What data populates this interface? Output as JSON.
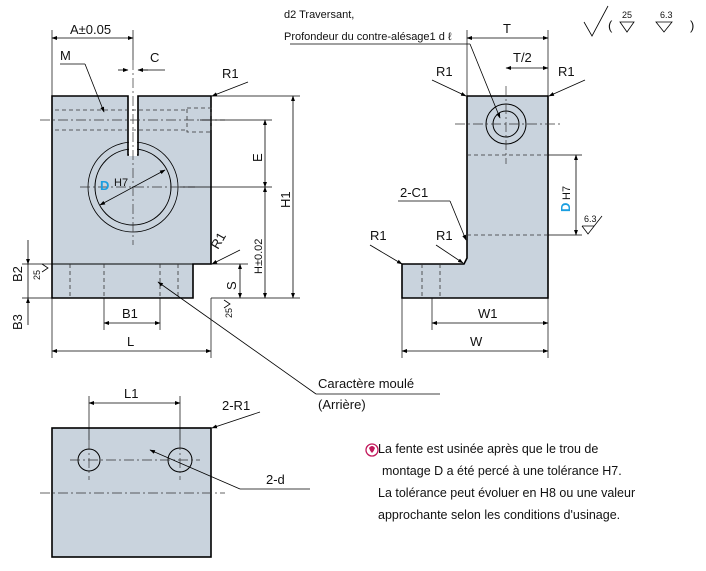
{
  "labels": {
    "a": "A±0.05",
    "m": "M",
    "c": "C",
    "r1": "R1",
    "e": "E",
    "h1": "H1",
    "h": "H±0.02",
    "s": "S",
    "b2": "B2",
    "b3": "B3",
    "b1": "B1",
    "l": "L",
    "d_main": "D",
    "d_sub": "H7",
    "rough25": "25",
    "rough63": "6.3",
    "d2": "d2 Traversant,",
    "counterbore": "Profondeur du contre-alésage1 d ℓ",
    "t": "T",
    "t2": "T/2",
    "c1": "2-C1",
    "w1": "W1",
    "w": "W",
    "cast": "Caractère moulé",
    "back": "(Arrière)",
    "l1": "L1",
    "r1_2": "2-R1",
    "d2x": "2-d"
  },
  "note": {
    "line1": "La fente est usinée après que le trou de",
    "line2": "montage D a été percé à une tolérance H7.",
    "line3": "La tolérance peut évoluer en H8 ou une valeur",
    "line4": "approchante selon les conditions d'usinage."
  },
  "colors": {
    "part": "#c9d3dd",
    "accent": "#1a9ee0",
    "note_icon": "#c2185b"
  }
}
